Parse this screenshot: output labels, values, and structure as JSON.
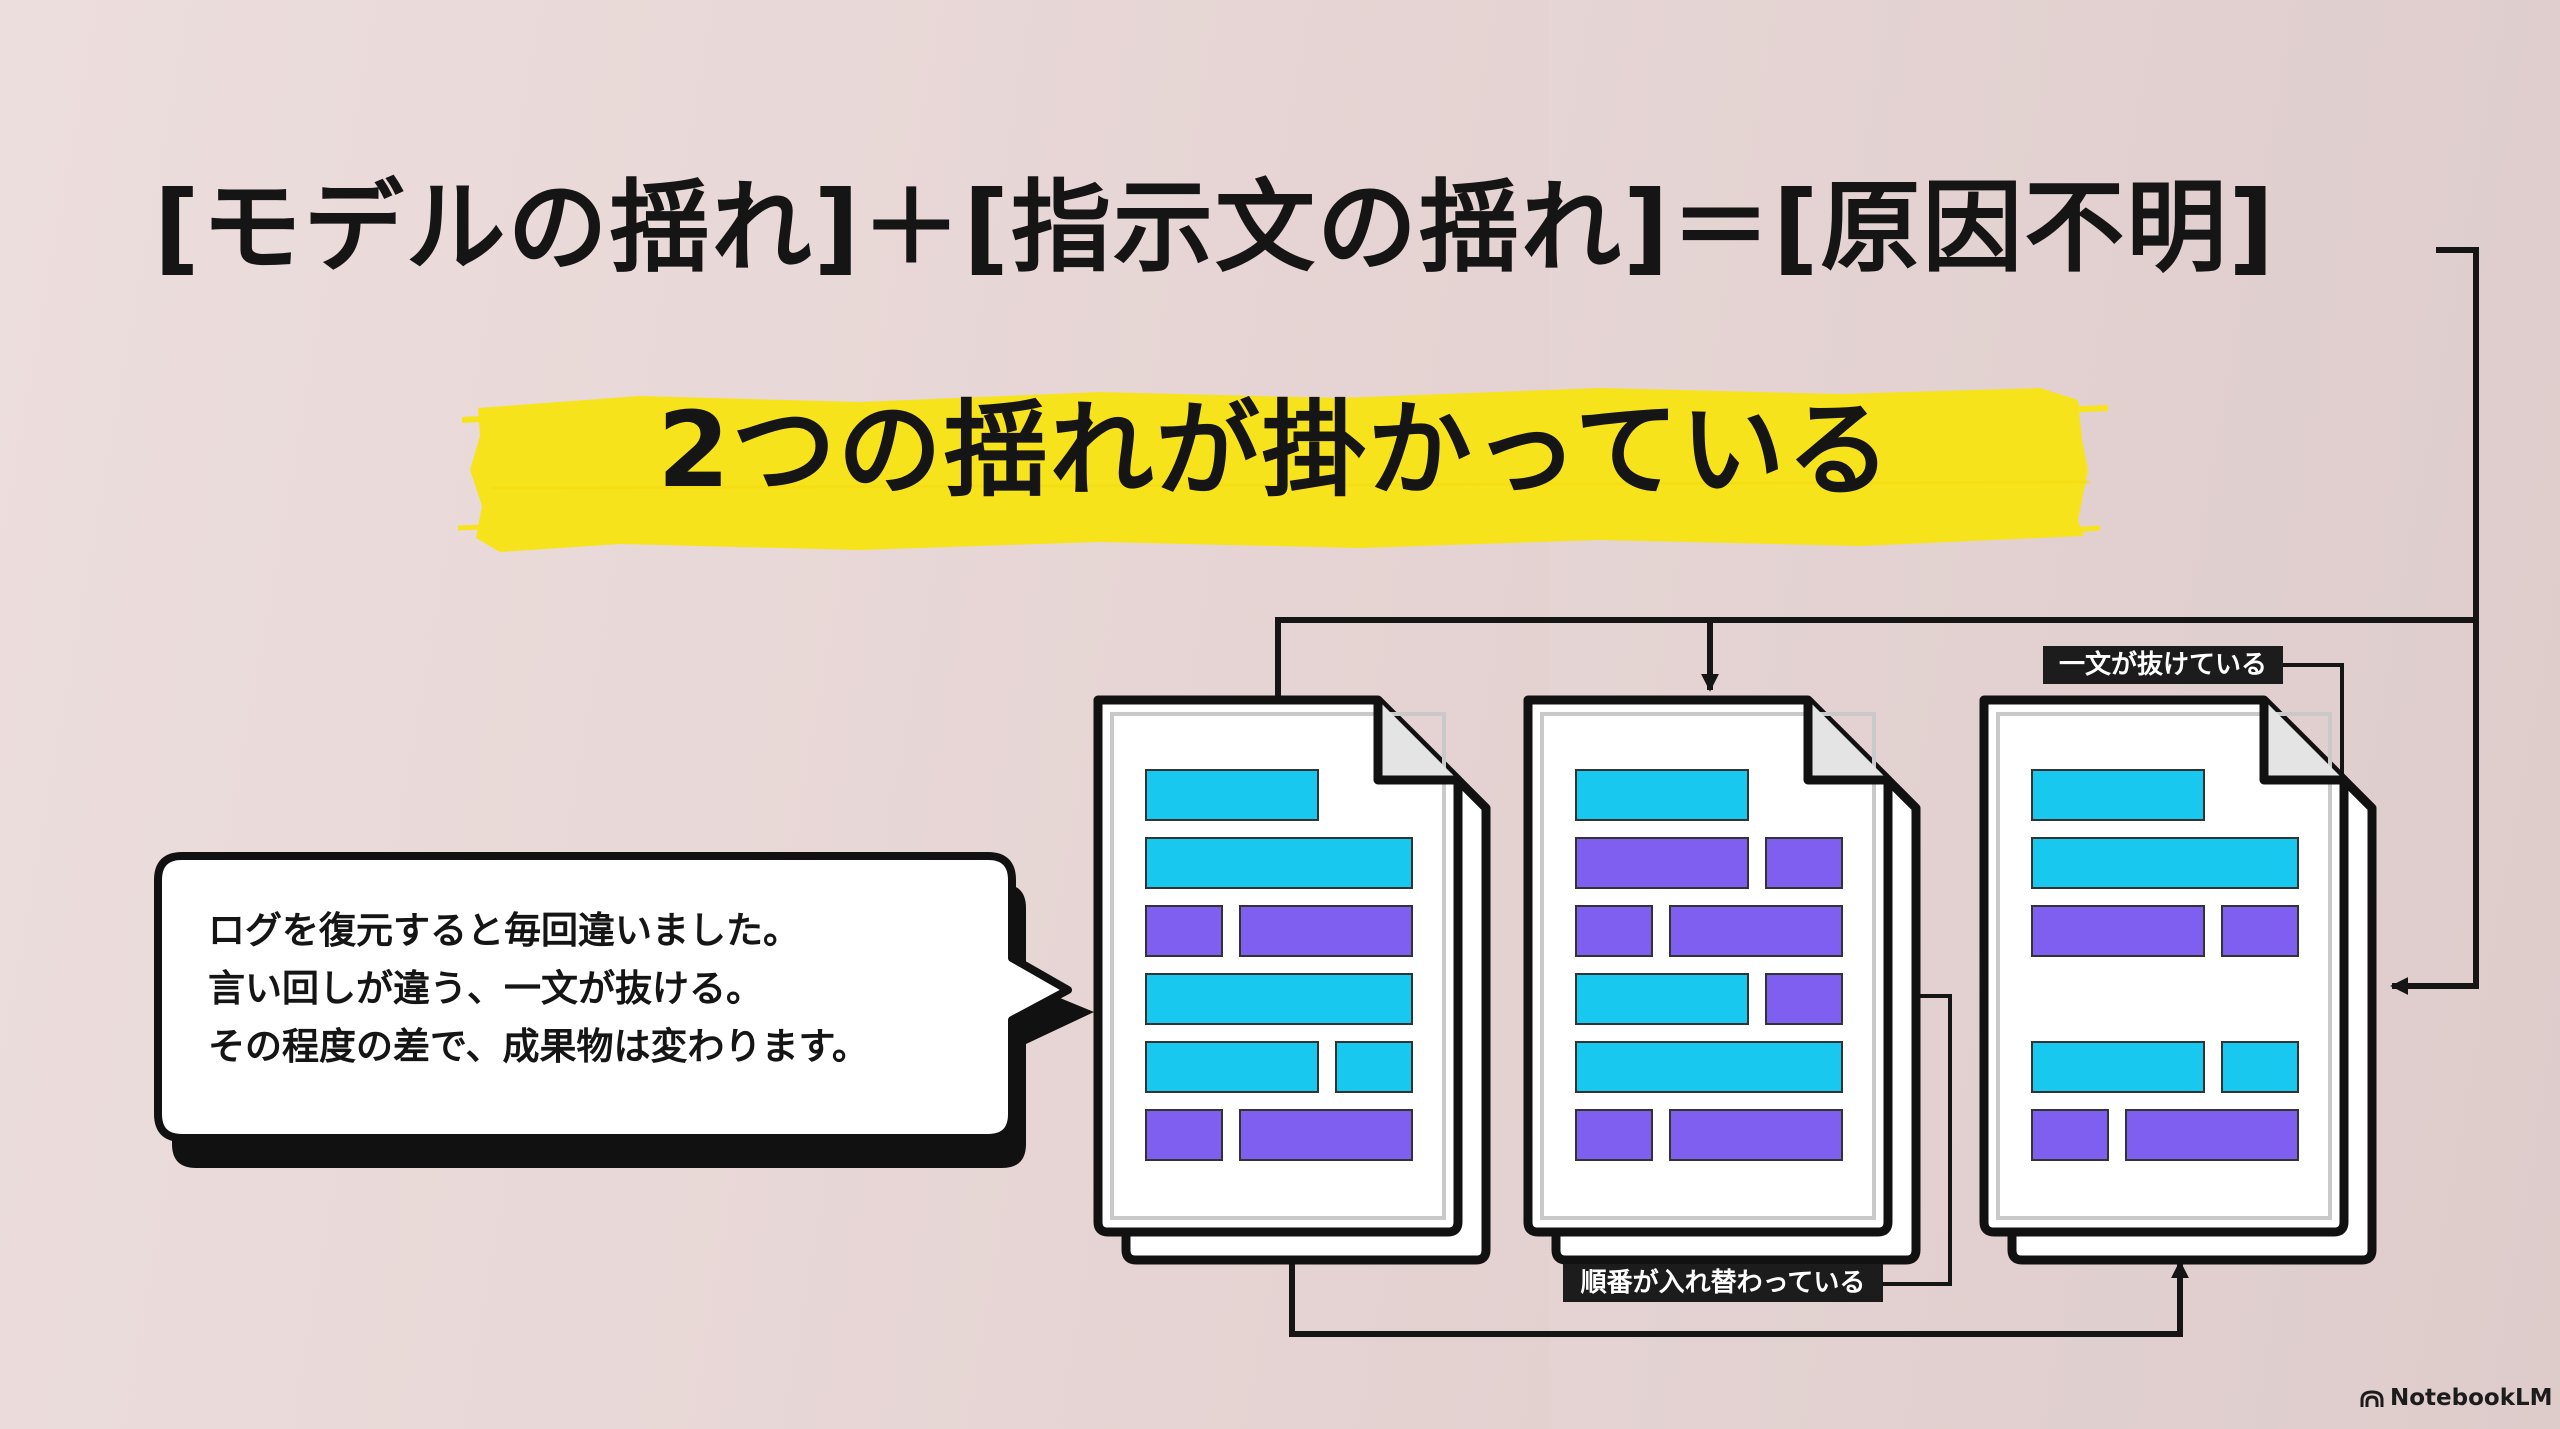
{
  "title": {
    "text": "[モデルの揺れ]＋[指示文の揺れ]＝[原因不明]"
  },
  "headline": {
    "text": "2つの揺れが掛かっている"
  },
  "speech_bubble": {
    "lines": [
      "ログを復元すると毎回違いました。",
      "言い回しが違う、一文が抜ける。",
      "その程度の差で、成果物は変わります。"
    ]
  },
  "annotations": {
    "missing_sentence": "一文が抜けている",
    "order_swapped": "順番が入れ替わっている"
  },
  "brand": {
    "name": "NotebookLM",
    "icon": "notebooklm-logo-icon"
  },
  "colors": {
    "background": "#e6d5d4",
    "highlight": "#f7e31b",
    "cyan_line": "#18c8ef",
    "purple_line": "#7f5ff0",
    "ink": "#151515"
  }
}
